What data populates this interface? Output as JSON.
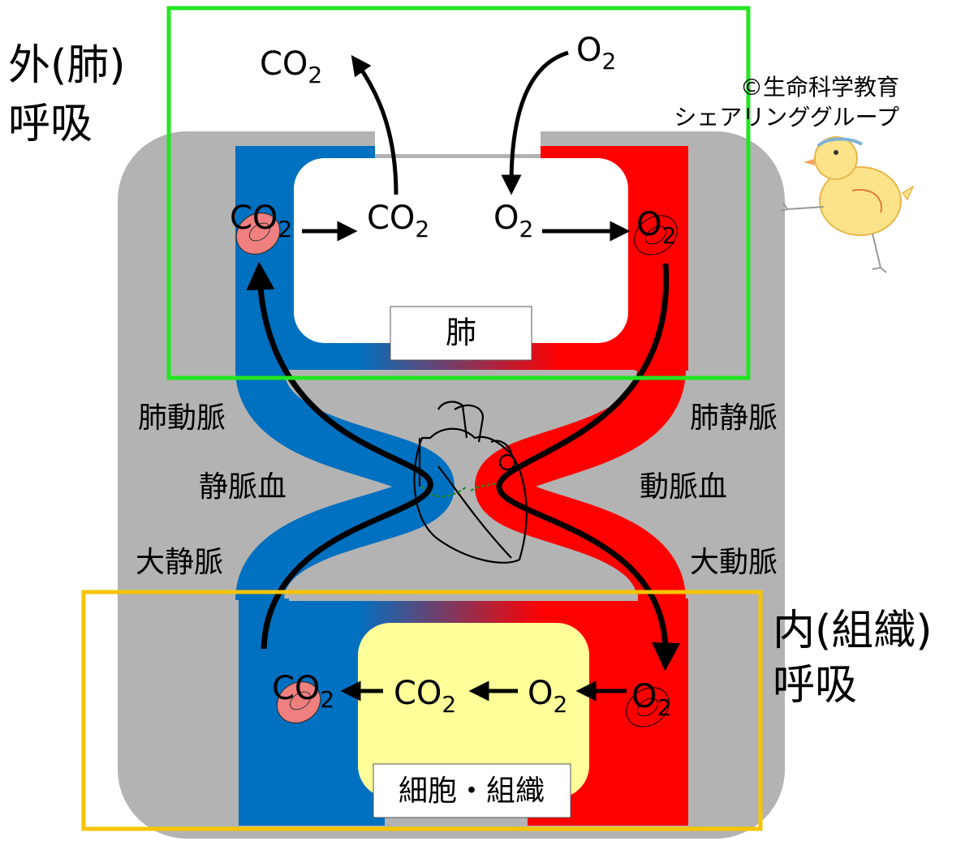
{
  "frames": {
    "external": {
      "line1": "外(肺)",
      "line2": "呼吸",
      "color": "#22E622"
    },
    "internal": {
      "line1": "内(組織)",
      "line2": "呼吸",
      "color": "#F5C400"
    }
  },
  "copyright": {
    "line1": "©生命科学教育",
    "line2": "シェアリンググループ"
  },
  "organs": {
    "lung": "肺",
    "tissue": "細胞・組織"
  },
  "vessels": {
    "pulmonary_artery": "肺動脈",
    "pulmonary_vein": "肺静脈",
    "venous_blood": "静脈血",
    "arterial_blood": "動脈血",
    "vena_cava": "大静脈",
    "aorta": "大動脈"
  },
  "gases": {
    "co2_base": "CO",
    "o2_base": "O",
    "subscript": "2"
  },
  "colors": {
    "venous": "#0070C0",
    "arterial": "#FF0000",
    "background_panel": "#B3B3B3",
    "tissue_fill": "#FFFF99",
    "red_blood_cell": "#F08080"
  }
}
